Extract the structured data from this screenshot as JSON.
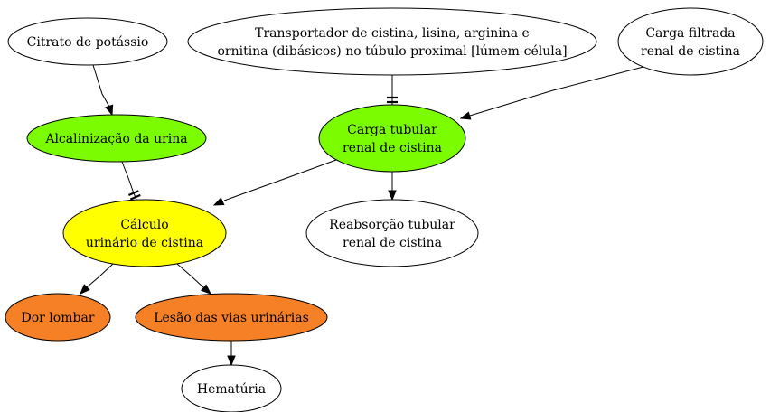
{
  "colors": {
    "green": "#7cfc00",
    "yellow": "#ffff00",
    "orange": "#f58026",
    "white": "#ffffff",
    "stroke": "#000000"
  },
  "nodes": {
    "citrato": {
      "lines": [
        "Citrato de potássio"
      ],
      "fill": "white"
    },
    "transportador": {
      "lines": [
        "Transportador de cistina, lisina, arginina e",
        "ornitina (dibásicos) no túbulo proximal [lúmem-célula]"
      ],
      "fill": "white"
    },
    "carga_filtrada": {
      "lines": [
        "Carga filtrada",
        "renal de cistina"
      ],
      "fill": "white"
    },
    "alcalinizacao": {
      "lines": [
        "Alcalinização da urina"
      ],
      "fill": "green"
    },
    "carga_tubular": {
      "lines": [
        "Carga tubular",
        "renal de cistina"
      ],
      "fill": "green"
    },
    "calculo": {
      "lines": [
        "Cálculo",
        "urinário de cistina"
      ],
      "fill": "yellow"
    },
    "reabsorcao": {
      "lines": [
        "Reabsorção tubular",
        "renal de cistina"
      ],
      "fill": "white"
    },
    "dor_lombar": {
      "lines": [
        "Dor lombar"
      ],
      "fill": "orange"
    },
    "lesao": {
      "lines": [
        "Lesão das vias urinárias"
      ],
      "fill": "orange"
    },
    "hematuria": {
      "lines": [
        "Hematúria"
      ],
      "fill": "white"
    }
  },
  "edges": [
    {
      "from": "citrato",
      "to": "alcalinizacao",
      "type": "activates"
    },
    {
      "from": "transportador",
      "to": "carga_tubular",
      "type": "inhibits"
    },
    {
      "from": "carga_filtrada",
      "to": "carga_tubular",
      "type": "activates"
    },
    {
      "from": "alcalinizacao",
      "to": "calculo",
      "type": "inhibits"
    },
    {
      "from": "carga_tubular",
      "to": "calculo",
      "type": "activates"
    },
    {
      "from": "carga_tubular",
      "to": "reabsorcao",
      "type": "activates"
    },
    {
      "from": "calculo",
      "to": "dor_lombar",
      "type": "activates"
    },
    {
      "from": "calculo",
      "to": "lesao",
      "type": "activates"
    },
    {
      "from": "lesao",
      "to": "hematuria",
      "type": "activates"
    }
  ]
}
